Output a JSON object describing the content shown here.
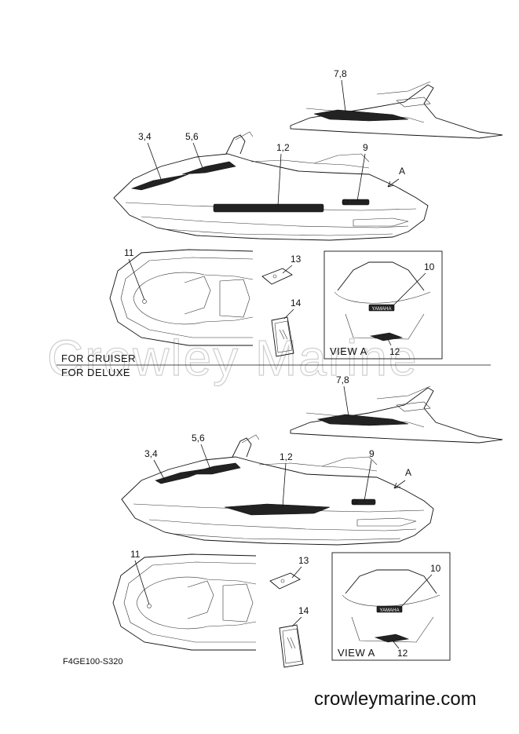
{
  "watermark": "Crowley Marine",
  "site": "crowleymarine.com",
  "figure_code": "F4GE100-S320",
  "sections": [
    {
      "title": "FOR CRUISER",
      "labels": {
        "rear_deck": "7,8",
        "bow": "3,4",
        "console": "5,6",
        "hull": "1,2",
        "emblem": "9",
        "view_arrow": "A",
        "top_deck": "11",
        "card": "13",
        "sheet": "14",
        "rear_emblem": "10",
        "view_caption": "VIEW A",
        "rear_decal": "12",
        "rear_badge_text": "YAMAHA"
      }
    },
    {
      "title": "FOR DELUXE",
      "labels": {
        "rear_deck": "7,8",
        "bow": "3,4",
        "console": "5,6",
        "hull": "1,2",
        "emblem": "9",
        "view_arrow": "A",
        "top_deck": "11",
        "card": "13",
        "sheet": "14",
        "rear_emblem": "10",
        "view_caption": "VIEW A",
        "rear_decal": "12",
        "rear_badge_text": "YAMAHA"
      }
    }
  ]
}
